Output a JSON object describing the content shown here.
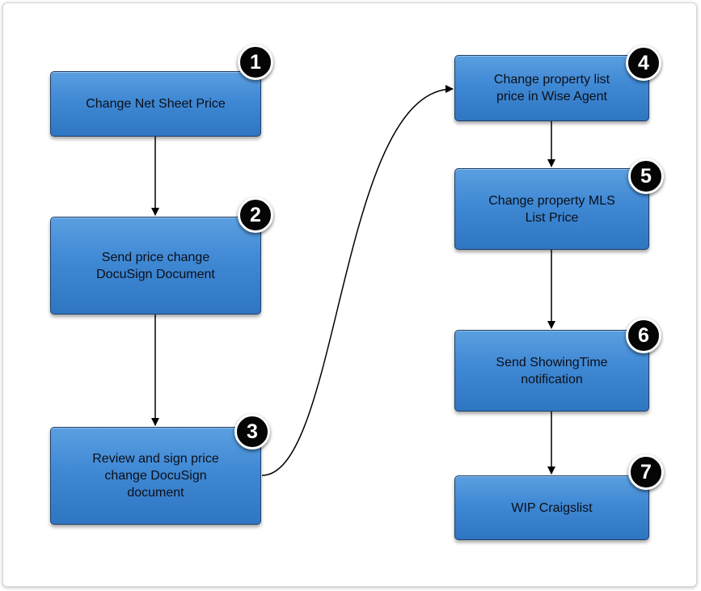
{
  "diagram": {
    "steps": [
      {
        "number": "1",
        "label": "Change Net Sheet Price"
      },
      {
        "number": "2",
        "label": "Send price change\nDocuSign Document"
      },
      {
        "number": "3",
        "label": "Review and sign price\nchange DocuSign\ndocument"
      },
      {
        "number": "4",
        "label": "Change property list\nprice in Wise Agent"
      },
      {
        "number": "5",
        "label": "Change property MLS\nList Price"
      },
      {
        "number": "6",
        "label": "Send ShowingTime\nnotification"
      },
      {
        "number": "7",
        "label": "WIP Craigslist"
      }
    ]
  },
  "colors": {
    "box_fill": "#3f88d4",
    "box_border": "#1f3f66",
    "badge_fill": "#050505",
    "connector": "#000000"
  }
}
